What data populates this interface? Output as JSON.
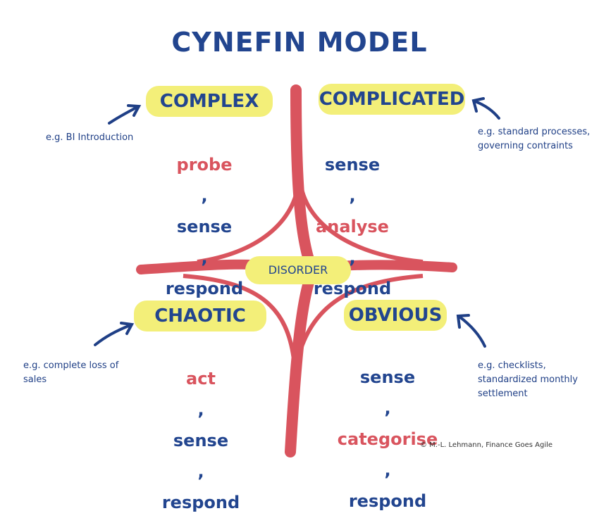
{
  "title": "CYNEFIN MODEL",
  "colors": {
    "cross": "#d9545e",
    "highlight": "#f3ef79",
    "text_blue": "#22458f",
    "text_red": "#d9545e"
  },
  "domains": {
    "complex": {
      "label": "COMPLEX",
      "steps": [
        {
          "word": "probe",
          "suffix": ",",
          "color": "red"
        },
        {
          "word": "sense",
          "suffix": ",",
          "color": "blue"
        },
        {
          "word": "respond",
          "suffix": "",
          "color": "blue"
        }
      ],
      "example": "e.g. BI Introduction"
    },
    "complicated": {
      "label": "COMPLICATED",
      "steps": [
        {
          "word": "sense",
          "suffix": ",",
          "color": "blue"
        },
        {
          "word": "analyse",
          "suffix": ",",
          "color": "red"
        },
        {
          "word": "respond",
          "suffix": "",
          "color": "blue"
        }
      ],
      "example_lines": [
        "e.g. standard processes,",
        "governing contraints"
      ]
    },
    "chaotic": {
      "label": "CHAOTIC",
      "steps": [
        {
          "word": "act",
          "suffix": ",",
          "color": "red"
        },
        {
          "word": "sense",
          "suffix": ",",
          "color": "blue"
        },
        {
          "word": "respond",
          "suffix": "",
          "color": "blue"
        }
      ],
      "example_lines": [
        "e.g. complete loss of",
        "sales"
      ]
    },
    "obvious": {
      "label": "OBVIOUS",
      "steps": [
        {
          "word": "sense",
          "suffix": ",",
          "color": "blue"
        },
        {
          "word": "categorise",
          "suffix": ",",
          "color": "red"
        },
        {
          "word": "respond",
          "suffix": "",
          "color": "blue"
        }
      ],
      "example_lines": [
        "e.g. checklists,",
        "standardized monthly",
        "settlement"
      ]
    },
    "disorder": {
      "label": "DISORDER"
    }
  },
  "credit": "© M.-L. Lehmann, Finance Goes Agile"
}
